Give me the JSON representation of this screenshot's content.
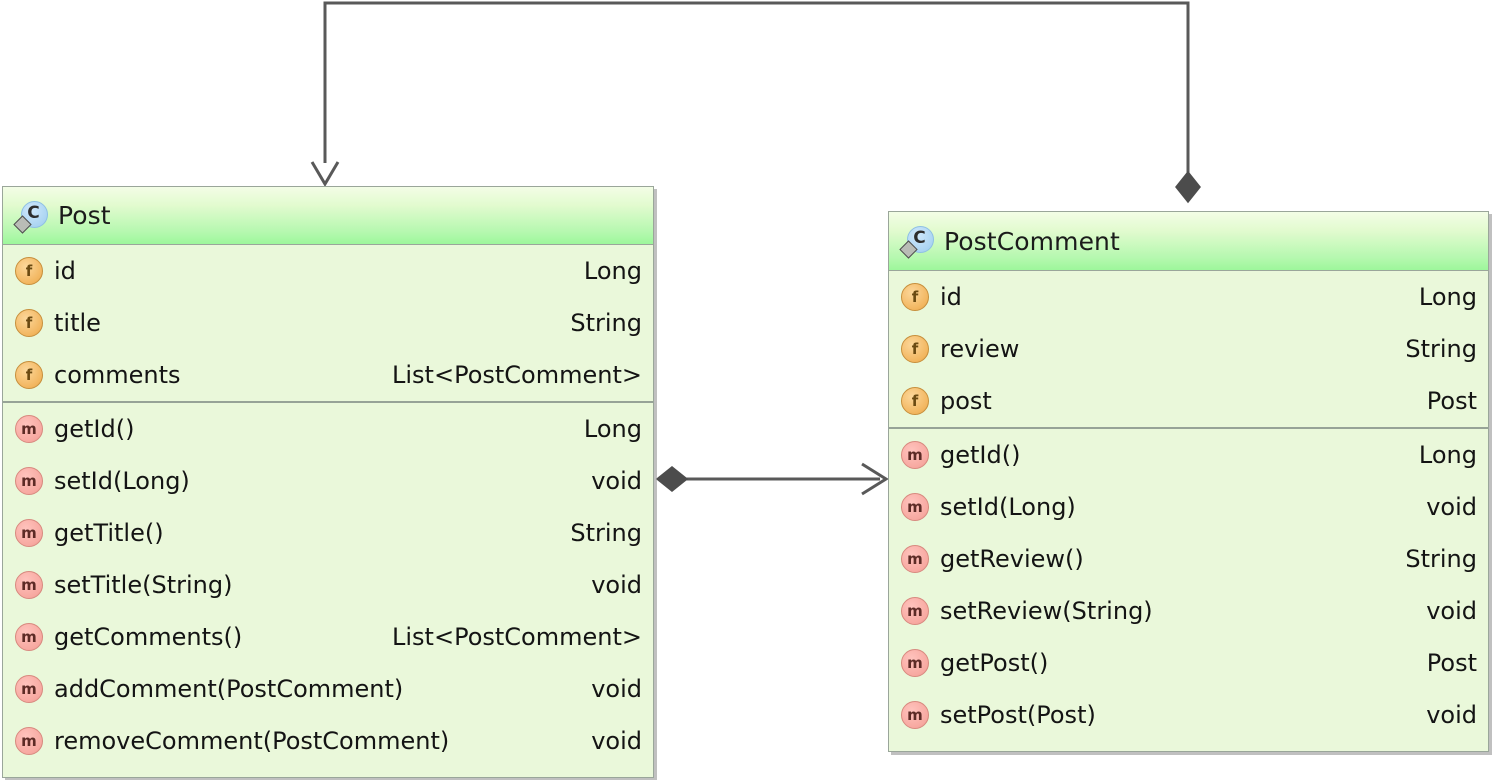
{
  "diagram": {
    "kind": "uml-class-diagram",
    "background_color": "#ffffff",
    "palette": {
      "class_header_gradient_top": "#f3fde6",
      "class_header_gradient_bottom": "#9df79b",
      "class_body": "#eaf8da",
      "class_border": "#9aa69a",
      "connector": "#595959",
      "field_icon": "#f2b55e",
      "method_icon": "#f7a8a0",
      "class_icon": "#aed6f3"
    },
    "classes": [
      {
        "id": "post",
        "name": "Post",
        "icon": "class-icon",
        "fields": [
          {
            "icon": "field-icon",
            "name": "id",
            "type": "Long"
          },
          {
            "icon": "field-icon",
            "name": "title",
            "type": "String"
          },
          {
            "icon": "field-icon",
            "name": "comments",
            "type": "List<PostComment>"
          }
        ],
        "methods": [
          {
            "icon": "method-icon",
            "name": "getId()",
            "type": "Long"
          },
          {
            "icon": "method-icon",
            "name": "setId(Long)",
            "type": "void"
          },
          {
            "icon": "method-icon",
            "name": "getTitle()",
            "type": "String"
          },
          {
            "icon": "method-icon",
            "name": "setTitle(String)",
            "type": "void"
          },
          {
            "icon": "method-icon",
            "name": "getComments()",
            "type": "List<PostComment>"
          },
          {
            "icon": "method-icon",
            "name": "addComment(PostComment)",
            "type": "void"
          },
          {
            "icon": "method-icon",
            "name": "removeComment(PostComment)",
            "type": "void"
          }
        ]
      },
      {
        "id": "postcomment",
        "name": "PostComment",
        "icon": "class-icon",
        "fields": [
          {
            "icon": "field-icon",
            "name": "id",
            "type": "Long"
          },
          {
            "icon": "field-icon",
            "name": "review",
            "type": "String"
          },
          {
            "icon": "field-icon",
            "name": "post",
            "type": "Post"
          }
        ],
        "methods": [
          {
            "icon": "method-icon",
            "name": "getId()",
            "type": "Long"
          },
          {
            "icon": "method-icon",
            "name": "setId(Long)",
            "type": "void"
          },
          {
            "icon": "method-icon",
            "name": "getReview()",
            "type": "String"
          },
          {
            "icon": "method-icon",
            "name": "setReview(String)",
            "type": "void"
          },
          {
            "icon": "method-icon",
            "name": "getPost()",
            "type": "Post"
          },
          {
            "icon": "method-icon",
            "name": "setPost(Post)",
            "type": "void"
          }
        ]
      }
    ],
    "relations": [
      {
        "id": "post-to-postcomment-composition",
        "kind": "composition",
        "source": "Post",
        "target": "PostComment",
        "source_decoration": "filled-diamond",
        "target_decoration": "open-arrow",
        "label": ""
      },
      {
        "id": "postcomment-to-post-composition",
        "kind": "composition",
        "source": "PostComment",
        "target": "Post",
        "source_decoration": "filled-diamond",
        "target_decoration": "open-arrow",
        "label": ""
      }
    ]
  }
}
